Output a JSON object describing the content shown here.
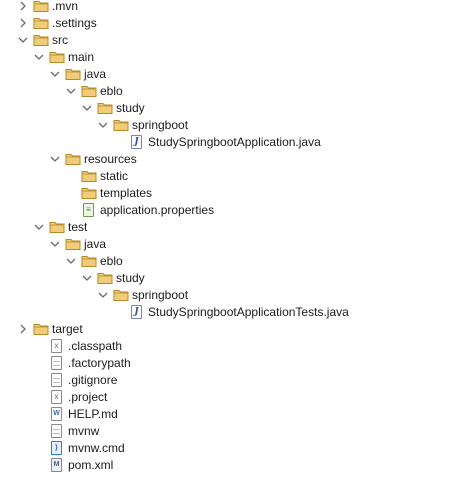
{
  "tree": {
    "items": [
      {
        "label": ".mvn",
        "kind": "folder",
        "depth": 0,
        "chevron": "right"
      },
      {
        "label": ".settings",
        "kind": "folder",
        "depth": 0,
        "chevron": "right"
      },
      {
        "label": "src",
        "kind": "folder",
        "depth": 0,
        "chevron": "down"
      },
      {
        "label": "main",
        "kind": "folder",
        "depth": 1,
        "chevron": "down"
      },
      {
        "label": "java",
        "kind": "folder",
        "depth": 2,
        "chevron": "down"
      },
      {
        "label": "eblo",
        "kind": "folder",
        "depth": 3,
        "chevron": "down"
      },
      {
        "label": "study",
        "kind": "folder",
        "depth": 4,
        "chevron": "down"
      },
      {
        "label": "springboot",
        "kind": "folder",
        "depth": 5,
        "chevron": "down"
      },
      {
        "label": "StudySpringbootApplication.java",
        "kind": "java",
        "depth": 6,
        "chevron": "none"
      },
      {
        "label": "resources",
        "kind": "folder",
        "depth": 2,
        "chevron": "down"
      },
      {
        "label": "static",
        "kind": "folder",
        "depth": 3,
        "chevron": "none"
      },
      {
        "label": "templates",
        "kind": "folder",
        "depth": 3,
        "chevron": "none"
      },
      {
        "label": "application.properties",
        "kind": "props",
        "depth": 3,
        "chevron": "none"
      },
      {
        "label": "test",
        "kind": "folder",
        "depth": 1,
        "chevron": "down"
      },
      {
        "label": "java",
        "kind": "folder",
        "depth": 2,
        "chevron": "down"
      },
      {
        "label": "eblo",
        "kind": "folder",
        "depth": 3,
        "chevron": "down"
      },
      {
        "label": "study",
        "kind": "folder",
        "depth": 4,
        "chevron": "down"
      },
      {
        "label": "springboot",
        "kind": "folder",
        "depth": 5,
        "chevron": "down"
      },
      {
        "label": "StudySpringbootApplicationTests.java",
        "kind": "java",
        "depth": 6,
        "chevron": "none"
      },
      {
        "label": "target",
        "kind": "folder",
        "depth": 0,
        "chevron": "right"
      },
      {
        "label": ".classpath",
        "kind": "xfile",
        "depth": 1,
        "chevron": "none"
      },
      {
        "label": ".factorypath",
        "kind": "plain",
        "depth": 1,
        "chevron": "none"
      },
      {
        "label": ".gitignore",
        "kind": "plain",
        "depth": 1,
        "chevron": "none"
      },
      {
        "label": ".project",
        "kind": "xfile",
        "depth": 1,
        "chevron": "none"
      },
      {
        "label": "HELP.md",
        "kind": "md",
        "depth": 1,
        "chevron": "none"
      },
      {
        "label": "mvnw",
        "kind": "plain",
        "depth": 1,
        "chevron": "none"
      },
      {
        "label": "mvnw.cmd",
        "kind": "vs",
        "depth": 1,
        "chevron": "none"
      },
      {
        "label": "pom.xml",
        "kind": "xml",
        "depth": 1,
        "chevron": "none"
      }
    ]
  },
  "colors": {
    "folder_fill": "#f1cd79",
    "folder_stroke": "#b58a2a",
    "chevron": "#6b6b6b",
    "text": "#1b1b1b"
  }
}
